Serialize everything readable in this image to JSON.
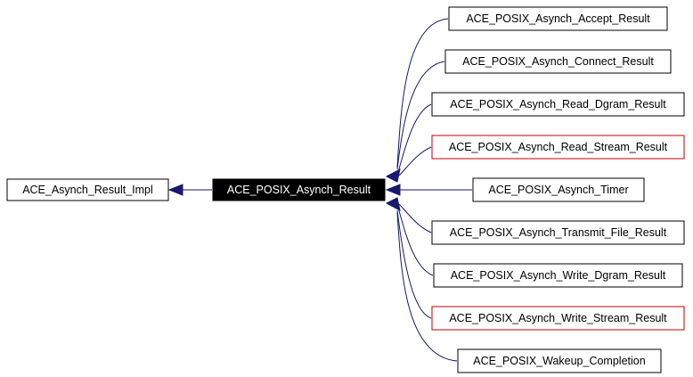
{
  "diagram": {
    "type": "class-inheritance-graph",
    "colors": {
      "edge": "#191970",
      "normal_border": "#000000",
      "highlight_border": "#c00000",
      "focus_fill": "#000000",
      "focus_text": "#ffffff",
      "text": "#000000"
    },
    "nodes": {
      "base": {
        "label": "ACE_Asynch_Result_Impl"
      },
      "focus": {
        "label": "ACE_POSIX_Asynch_Result"
      },
      "accept": {
        "label": "ACE_POSIX_Asynch_Accept_Result"
      },
      "connect": {
        "label": "ACE_POSIX_Asynch_Connect_Result"
      },
      "read_dgram": {
        "label": "ACE_POSIX_Asynch_Read_Dgram_Result"
      },
      "read_stream": {
        "label": "ACE_POSIX_Asynch_Read_Stream_Result"
      },
      "timer": {
        "label": "ACE_POSIX_Asynch_Timer"
      },
      "transmit_file": {
        "label": "ACE_POSIX_Asynch_Transmit_File_Result"
      },
      "write_dgram": {
        "label": "ACE_POSIX_Asynch_Write_Dgram_Result"
      },
      "write_stream": {
        "label": "ACE_POSIX_Asynch_Write_Stream_Result"
      },
      "wakeup": {
        "label": "ACE_POSIX_Wakeup_Completion"
      }
    },
    "edges": [
      {
        "from": "focus",
        "to": "base"
      },
      {
        "from": "accept",
        "to": "focus"
      },
      {
        "from": "connect",
        "to": "focus"
      },
      {
        "from": "read_dgram",
        "to": "focus"
      },
      {
        "from": "read_stream",
        "to": "focus"
      },
      {
        "from": "timer",
        "to": "focus"
      },
      {
        "from": "transmit_file",
        "to": "focus"
      },
      {
        "from": "write_dgram",
        "to": "focus"
      },
      {
        "from": "write_stream",
        "to": "focus"
      },
      {
        "from": "wakeup",
        "to": "focus"
      }
    ]
  }
}
